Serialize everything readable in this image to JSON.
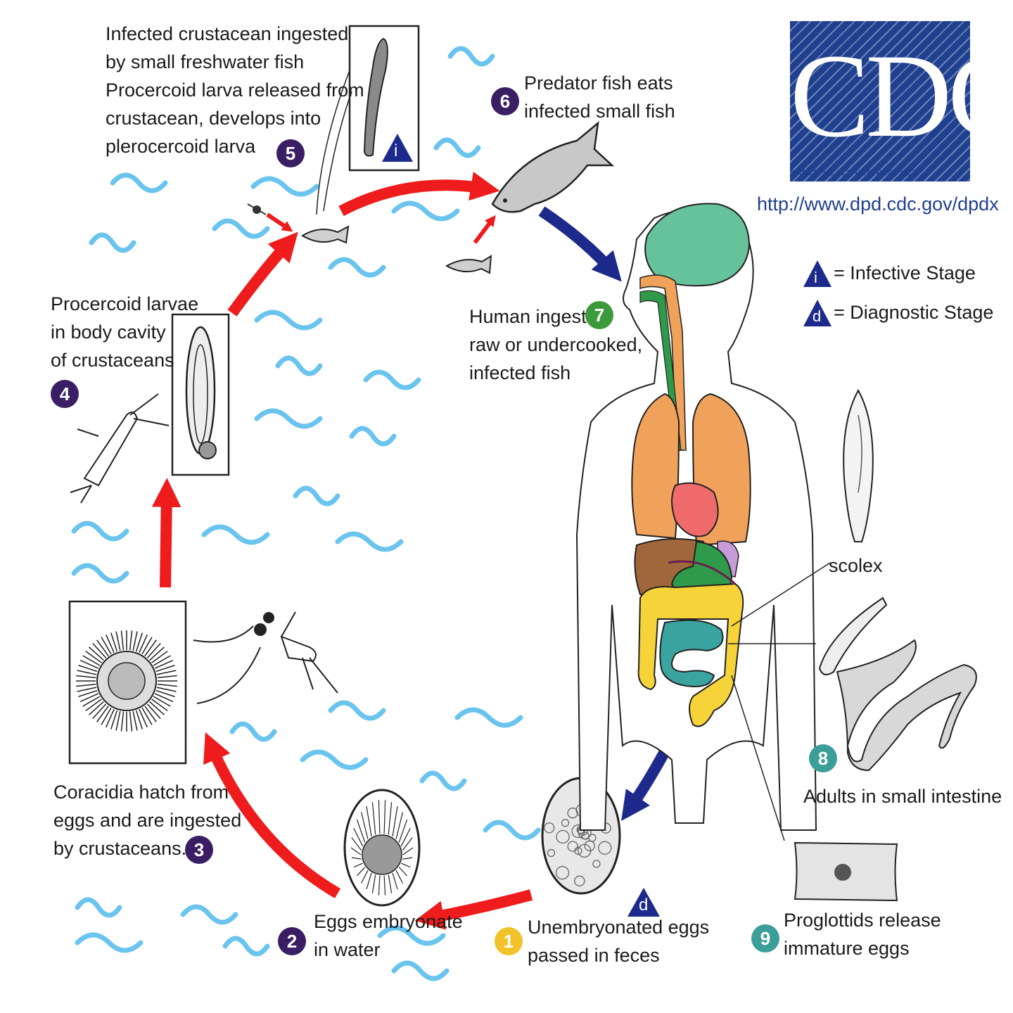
{
  "logo": {
    "letters": "CDC",
    "tagline": "SAFER·HEALTHIER·PEOPLE™"
  },
  "url": "http://www.dpd.cdc.gov/dpdx",
  "legend": {
    "infective": {
      "symbol": "i",
      "text": "= Infective Stage"
    },
    "diagnostic": {
      "symbol": "d",
      "text": "= Diagnostic Stage"
    }
  },
  "stages": [
    {
      "number": "1",
      "color": "#f2c22a",
      "lines": [
        "Unembryonated eggs",
        "passed in feces"
      ]
    },
    {
      "number": "2",
      "color": "#3a1e63",
      "lines": [
        "Eggs embryonate",
        "in water"
      ]
    },
    {
      "number": "3",
      "color": "#3a1e63",
      "lines": [
        "Coracidia hatch from",
        "eggs and are ingested",
        "by crustaceans."
      ]
    },
    {
      "number": "4",
      "color": "#3a1e63",
      "lines": [
        "Procercoid larvae",
        "in body cavity",
        "of crustaceans"
      ]
    },
    {
      "number": "5",
      "color": "#3a1e63",
      "lines": [
        "Infected crustacean ingested",
        "by small freshwater fish",
        "Procercoid larva released from",
        "crustacean, develops into",
        "plerocercoid larva"
      ]
    },
    {
      "number": "6",
      "color": "#3a1e63",
      "lines": [
        "Predator fish eats",
        "infected small fish"
      ]
    },
    {
      "number": "7",
      "color": "#3c9a3a",
      "lines": [
        "Human ingests",
        "raw or undercooked,",
        "infected fish"
      ]
    },
    {
      "number": "8",
      "color": "#3b9e98",
      "lines": [
        "Adults in small intestine"
      ]
    },
    {
      "number": "9",
      "color": "#3b9e98",
      "lines": [
        "Proglottids release",
        "immature eggs"
      ]
    }
  ],
  "scolex_label": "scolex",
  "colors": {
    "cycle_arrow": "#ee1c1c",
    "human_arrow": "#1d2a8c",
    "water": "#6ac4ee",
    "brain": "#66c29a",
    "lungs": "#f0a25a",
    "heart": "#ef6b6b",
    "stomach": "#2e9a4a",
    "large_intestine": "#f7d33a",
    "small_intestine": "#3aa5a0",
    "liver": "#a0683a",
    "spleen": "#c79ad8",
    "esophagus": "#f0a25a"
  }
}
